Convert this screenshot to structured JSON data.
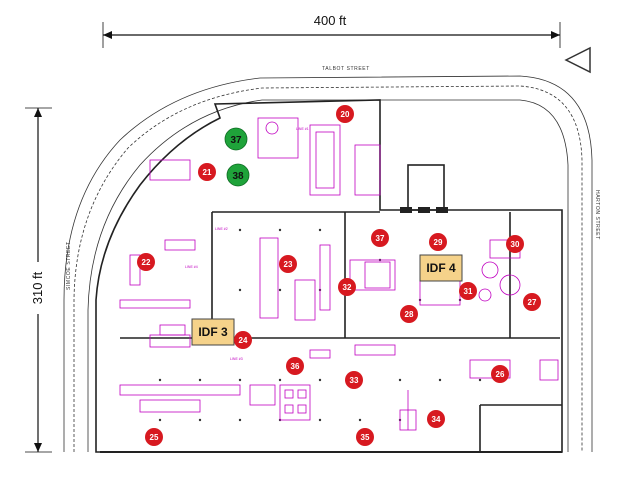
{
  "dimensions": {
    "width_label": "400 ft",
    "height_label": "310 ft"
  },
  "streets": {
    "north": "TALBOT STREET",
    "west": "SIMCOE STREET",
    "east": "HARTON STREET"
  },
  "lines": [
    "LINE #1",
    "LINE #2",
    "LINE #3",
    "LINE #4"
  ],
  "idf_boxes": [
    {
      "id": "idf-3",
      "label": "IDF 3",
      "color": "#f5d28a"
    },
    {
      "id": "idf-4",
      "label": "IDF 4",
      "color": "#f5d28a"
    }
  ],
  "markers": {
    "red_color": "#d71920",
    "green_color": "#1fa33a",
    "red": [
      "20",
      "21",
      "22",
      "23",
      "24",
      "25",
      "26",
      "27",
      "28",
      "29",
      "30",
      "31",
      "32",
      "33",
      "34",
      "35",
      "36",
      "37"
    ],
    "green": [
      "37",
      "38"
    ]
  },
  "colors": {
    "drawing": "#c000c0",
    "walls": "#222222",
    "dims": "#111111"
  }
}
